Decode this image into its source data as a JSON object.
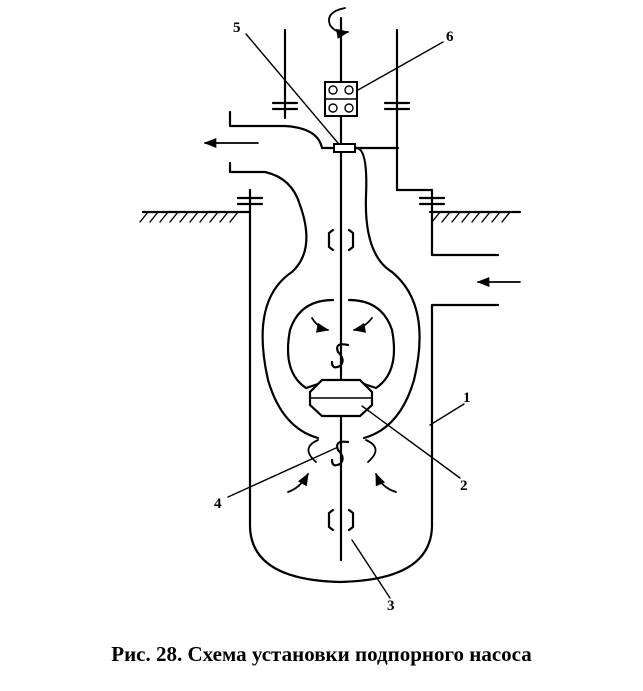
{
  "caption": "Рис. 28. Схема установки подпорного насоса",
  "labels": {
    "l1": "1",
    "l2": "2",
    "l3": "3",
    "l4": "4",
    "l5": "5",
    "l6": "6"
  }
}
